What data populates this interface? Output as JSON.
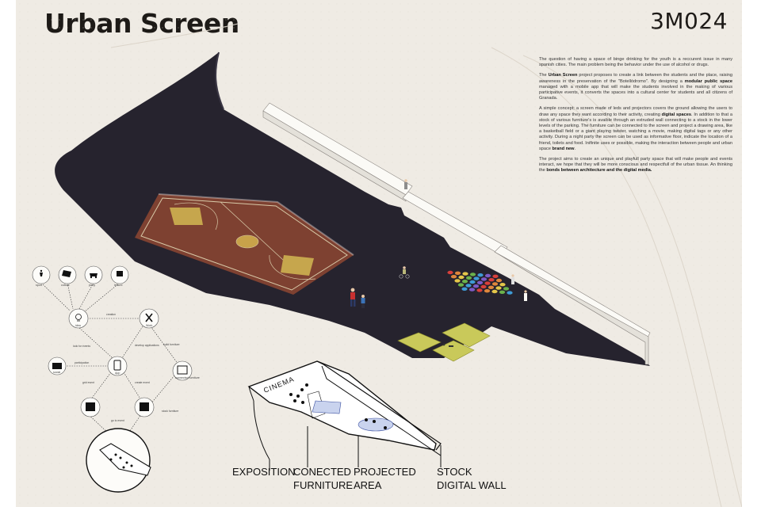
{
  "title": "Urban Screen",
  "code": "3M024",
  "description": [
    {
      "parts": [
        {
          "t": "The question of having a space of binge drinking for the youth is a reccurent issue in many spanish cities. The main problem being the behavior under the use of alcohol or drugs.",
          "b": false
        }
      ]
    },
    {
      "parts": [
        {
          "t": "The ",
          "b": false
        },
        {
          "t": "Urban Screen",
          "b": true
        },
        {
          "t": " project proposes to create a link between the students and the place, raising awareness in the preservation of the \"Botellódromo\". By designing a ",
          "b": false
        },
        {
          "t": "modular public space",
          "b": true
        },
        {
          "t": " managed with a mobile app that will make the students involved in the making of various participative events, it converts the spaces into a cultural center for students and all citizens of Granada.",
          "b": false
        }
      ]
    },
    {
      "parts": [
        {
          "t": "A simple concept; a screen made of leds and projectors covers the ground allowing the users to draw any space they want according to their activity, creating ",
          "b": false
        },
        {
          "t": "digital spaces",
          "b": true
        },
        {
          "t": ". In addition to that a stock of various furniture's is avaible through an extruded wall connecting to a stock in the lower levels of the parking. The furniture can be connected to the screen and project a drawing area, like a basketball field or a giant playing twister, watching a movie, making digital tags or any other activity. During a night party the screen can be used as informative floor, indicate the location of a friend, toilets and food. Inifinite uses or possible, making the interaction between people and urban space ",
          "b": false
        },
        {
          "t": "brand new",
          "b": true
        },
        {
          "t": ".",
          "b": false
        }
      ]
    },
    {
      "parts": [
        {
          "t": "The project aims to create an unique and playfull party space that will make people and events interact, we hope that they will be more conscious and respectfull of the urban tissue. An thinking the ",
          "b": false
        },
        {
          "t": "bonds between architecture and the digital media.",
          "b": true
        }
      ]
    }
  ],
  "diagram": {
    "icons": {
      "sport": "sport",
      "culture": "culture",
      "party": "party",
      "leisure": "leisure",
      "idea": "idea",
      "work": "Work",
      "social": "social",
      "app": "App",
      "furniture": "connected furniture"
    },
    "arrows": {
      "creation": "creation",
      "develop": "develop applications",
      "build": "build furniture",
      "look": "look for events",
      "participation": "participation",
      "grid_event": "grid event",
      "create_event": "create event",
      "stock": "stock furniture",
      "go": "go to event"
    }
  },
  "axo_labels": {
    "cinema": "CINEMA",
    "exposition": "EXPOSITION",
    "furniture_1": "CONECTED",
    "furniture_2": "FURNITURE",
    "projected_1": "PROJECTED",
    "projected_2": "AREA",
    "stock_1": "STOCK",
    "stock_2": "DIGITAL WALL"
  },
  "colors": {
    "background": "#efebe4",
    "ground": "#26232e",
    "court": "#8b4632",
    "court_line": "#d8c9a8",
    "panel": "#c9c95a",
    "dot_colors": [
      "#d9403b",
      "#e0873c",
      "#e4c74a",
      "#6bb24b",
      "#3e9bd6",
      "#7e5bc7"
    ]
  }
}
